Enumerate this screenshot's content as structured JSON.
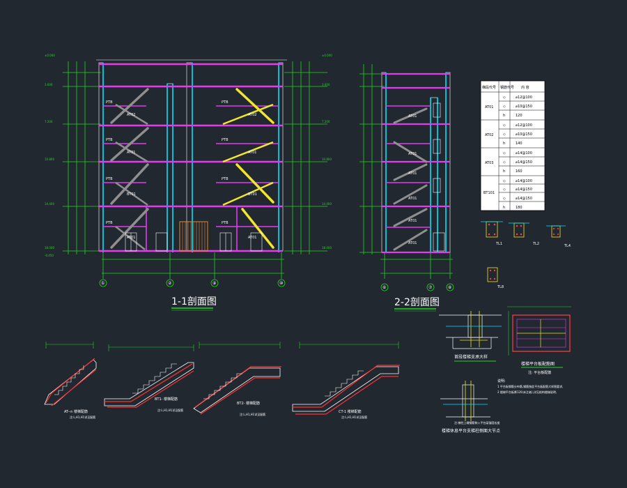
{
  "section_1_1": {
    "title": "1-1剖面图",
    "axes": [
      "①",
      "②",
      "⑨",
      "⑩"
    ],
    "platform_labels": [
      "PTB",
      "PTB",
      "PTB",
      "PTB",
      "PTB",
      "PTB",
      "PTB",
      "PTB"
    ],
    "flight_labels": [
      "AT02",
      "AT01",
      "BT01",
      "AT01",
      "AT02",
      "AT01",
      "BT01",
      "AT01"
    ]
  },
  "section_2_2": {
    "title": "2-2剖面图",
    "axes": [
      "⑥",
      "⑦",
      "⑧"
    ],
    "flight_labels": [
      "AT01",
      "AT01",
      "AT01",
      "AT01",
      "AT01",
      "AT01"
    ]
  },
  "stair_table": {
    "header": [
      "梯段代号",
      "钢筋代号",
      "内 容"
    ],
    "groups": [
      {
        "code": "AT01",
        "rows": [
          [
            "◇",
            "⌀12@100"
          ],
          [
            "◇",
            "⌀10@150"
          ],
          [
            "h",
            "120"
          ]
        ]
      },
      {
        "code": "AT02",
        "rows": [
          [
            "◇",
            "⌀12@100"
          ],
          [
            "◇",
            "⌀10@150"
          ],
          [
            "h",
            "140"
          ]
        ]
      },
      {
        "code": "AT03",
        "rows": [
          [
            "◇",
            "⌀14@100"
          ],
          [
            "◇",
            "⌀14@150"
          ],
          [
            "h",
            "160"
          ]
        ]
      },
      {
        "code": "BT101",
        "rows": [
          [
            "◇",
            "⌀14@100"
          ],
          [
            "◇",
            "⌀14@150"
          ],
          [
            "◇",
            "⌀14@150"
          ],
          [
            "h",
            "180"
          ]
        ]
      }
    ]
  },
  "beam_labels": [
    "TL1",
    "TL2",
    "TL4",
    "TL8"
  ],
  "flight_details": [
    {
      "title": "AT--n  楼梯配筋",
      "note": "注:L,H1,H1详见配筋"
    },
    {
      "title": "BT1-  楼梯配筋",
      "note": "注:L,H1,H1详见配筋"
    },
    {
      "title": "BT2-  楼梯配筋",
      "note": "注:L,H1,H1详见配筋"
    },
    {
      "title": "CT-1  楼梯配筋",
      "note": "注:L,H1,H1详见配筋"
    }
  ],
  "support_detail": {
    "title": "首段楼梯支承大样"
  },
  "platform_detail": {
    "title": "楼梯平台板配筋图",
    "note_label": "注: 平台板配筋",
    "notes": [
      "说明:",
      "1 平台板钢筋分布筋,钢筋按此平台板配筋大样图要求,",
      "2 楼梯平台板厚120(未注者),详见结构楼梯说明,"
    ]
  },
  "node_detail": {
    "title": "楼梯休息平台支梯柱侧面大节点",
    "note": "注:梯柱上端钢筋伸入平台梁锚固长度"
  }
}
